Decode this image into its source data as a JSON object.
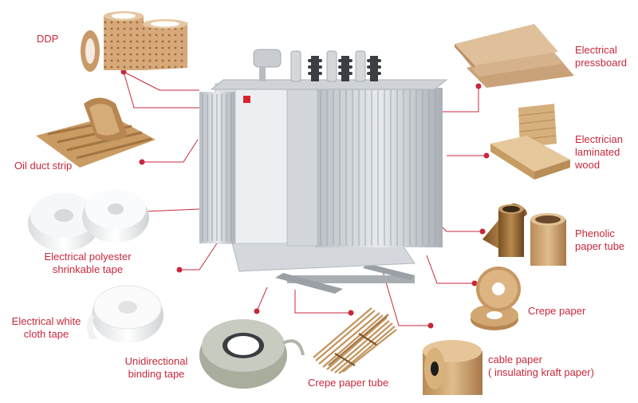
{
  "diagram": {
    "accent_color": "#c8283c",
    "center_item": {
      "icon": "oil-immersed-transformer-icon",
      "badge_color": "#d8232f"
    },
    "labels": {
      "ddp": "DDP",
      "oil_duct_strip": "Oil duct strip",
      "polyester_tape_line1": "Electrical polyester",
      "polyester_tape_line2": "shrinkable tape",
      "white_cloth_tape_line1": "Electrical white",
      "white_cloth_tape_line2": "cloth tape",
      "binding_tape_line1": "Unidirectional",
      "binding_tape_line2": "binding tape",
      "crepe_paper_tube": "Crepe paper tube",
      "cable_paper_line1": "cable paper",
      "cable_paper_line2": "( insulating kraft paper)",
      "crepe_paper": "Crepe paper",
      "phenolic_tube_line1": "Phenolic",
      "phenolic_tube_line2": "paper tube",
      "laminated_wood_line1": "Electrician",
      "laminated_wood_line2": "laminated",
      "laminated_wood_line3": "wood",
      "pressboard_line1": "Electrical",
      "pressboard_line2": "pressboard"
    },
    "material_icons": [
      "ddp-paper-roll-icon",
      "oil-duct-strip-icon",
      "polyester-tape-roll-icon",
      "white-cloth-tape-roll-icon",
      "binding-tape-roll-icon",
      "crepe-paper-tube-bundle-icon",
      "kraft-paper-roll-icon",
      "crepe-paper-roll-icon",
      "phenolic-tube-icon",
      "laminated-wood-icon",
      "pressboard-sheet-icon"
    ]
  }
}
